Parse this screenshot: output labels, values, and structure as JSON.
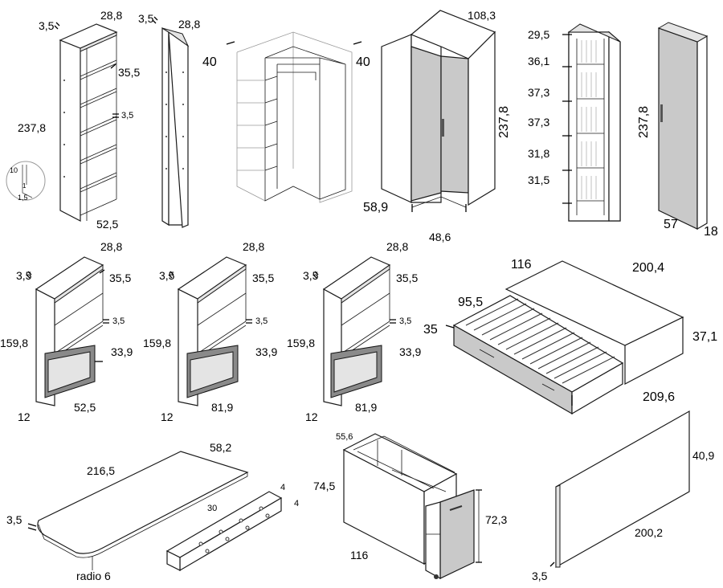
{
  "diagrams": {
    "shelf_tall": {
      "top": "28,8",
      "thick": "3,5",
      "gap": "35,5",
      "shelf": "3,5",
      "height": "237,8",
      "width": "52,5",
      "detail_a": "10",
      "detail_b": "1",
      "detail_c": "1,5"
    },
    "side_panel": {
      "thick": "3,5",
      "depth": "28,8"
    },
    "corner_frame": {
      "left": "40",
      "right": "40"
    },
    "corner_closet": {
      "width": "108,3",
      "height": "237,8",
      "side": "58,9",
      "door": "48,6"
    },
    "shelf_narrow": {
      "h1": "29,5",
      "h2": "36,1",
      "h3": "37,3",
      "h4": "37,3",
      "h5": "31,8",
      "h6": "31,5"
    },
    "door_panel": {
      "height": "237,8",
      "width": "57",
      "depth": "18"
    },
    "bunk_1": {
      "thick": "3,5",
      "top": "28,8",
      "gap": "35,5",
      "shelf": "3,5",
      "height": "159,8",
      "lower": "33,9",
      "base": "12",
      "width": "52,5"
    },
    "bunk_2": {
      "thick": "3,5",
      "top": "28,8",
      "gap": "35,5",
      "shelf": "3,5",
      "height": "159,8",
      "lower": "33,9",
      "base": "12",
      "width": "81,9"
    },
    "bunk_3": {
      "thick": "3,5",
      "top": "28,8",
      "gap": "35,5",
      "shelf": "3,5",
      "height": "159,8",
      "lower": "33,9",
      "base": "12",
      "width": "81,9"
    },
    "trundle": {
      "width": "116",
      "length": "200,4",
      "inner": "95,5",
      "drawer": "35",
      "height": "37,1"
    },
    "desk": {
      "length": "216,5",
      "depth": "58,2",
      "thick": "3,5",
      "radius": "radio 6"
    },
    "bracket": {
      "length": "30",
      "a": "4",
      "b": "4"
    },
    "cabinet": {
      "depth": "55,6",
      "height": "74,5",
      "width": "116",
      "drawer": "72,3"
    },
    "board": {
      "length": "209,6",
      "height": "40,9",
      "inner": "200,2",
      "thick": "3,5"
    }
  }
}
